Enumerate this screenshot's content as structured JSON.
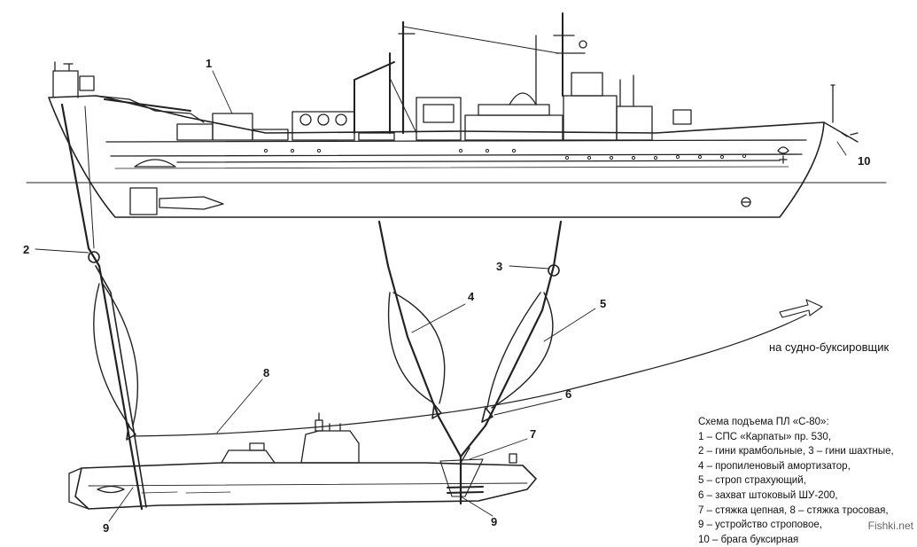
{
  "callouts": {
    "n1": "1",
    "n2": "2",
    "n3": "3",
    "n4": "4",
    "n5": "5",
    "n6": "6",
    "n7": "7",
    "n8": "8",
    "n9a": "9",
    "n9b": "9",
    "n10": "10"
  },
  "tow_direction_label": "на судно-буксировщик",
  "legend": {
    "title": "Схема подъема ПЛ «С-80»:",
    "items": [
      "1 – СПС «Карпаты» пр. 530,",
      "2 – гини крамбольные, 3 – гини шахтные,",
      "4 – пропиленовый амортизатор,",
      "5 – строп страхующий,",
      "6 – захват штоковый ШУ-200,",
      "7 – стяжка цепная, 8 – стяжка тросовая,",
      "9 – устройство строповое,",
      "10 – брага буксирная"
    ]
  },
  "watermark": "Fishki.net",
  "colors": {
    "line": "#222222",
    "background": "#ffffff"
  }
}
